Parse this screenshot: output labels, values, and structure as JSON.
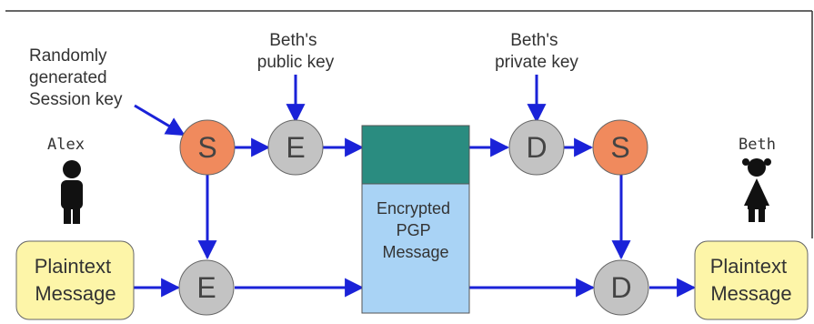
{
  "labels": {
    "session_key": [
      "Randomly",
      "generated",
      "Session key"
    ],
    "beth_public_key": [
      "Beth's",
      "public key"
    ],
    "beth_private_key": [
      "Beth's",
      "private key"
    ],
    "alex": "Alex",
    "beth": "Beth"
  },
  "nodes": {
    "session_key_alex": "S",
    "encrypt_key": "E",
    "encrypt_message": "E",
    "decrypt_key": "D",
    "session_key_beth": "S",
    "decrypt_message": "D"
  },
  "plaintext_left": [
    "Plaintext",
    "Message"
  ],
  "plaintext_right": [
    "Plaintext",
    "Message"
  ],
  "pgp_message": [
    "Encrypted",
    "PGP",
    "Message"
  ],
  "colors": {
    "arrow": "#1a22d8",
    "session_node": "#f08a5d",
    "crypto_node": "#c3c3c3",
    "plaintext_box": "#fdf5a8",
    "pgp_key_part": "#2a8c80",
    "pgp_message_part": "#a9d3f5"
  }
}
